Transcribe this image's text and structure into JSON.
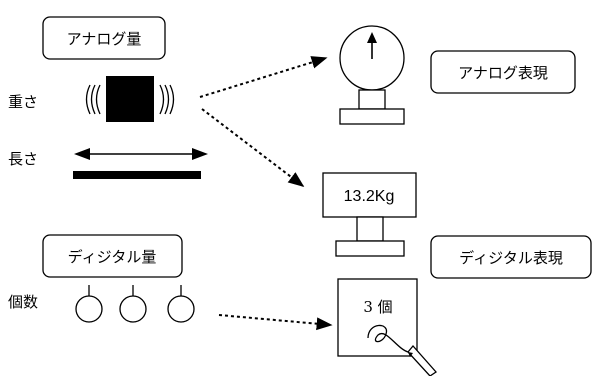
{
  "labels": {
    "analog_quantity": "アナログ量",
    "weight": "重さ",
    "length": "長さ",
    "analog_representation": "アナログ表現",
    "digital_quantity": "ディジタル量",
    "count": "個数",
    "digital_representation": "ディジタル表現",
    "scale_readout": "13.2Kg",
    "written_count": "3 個"
  },
  "icons": {
    "weight_block": "vibrating-block-icon",
    "length_arrow": "double-arrow-icon",
    "length_bar": "bar-icon",
    "dial_scale": "dial-scale-icon",
    "digital_scale": "digital-scale-icon",
    "counting_items": "circle-items-icon",
    "written_note": "paper-with-pen-icon"
  },
  "colors": {
    "stroke": "#000000",
    "background": "#ffffff"
  }
}
